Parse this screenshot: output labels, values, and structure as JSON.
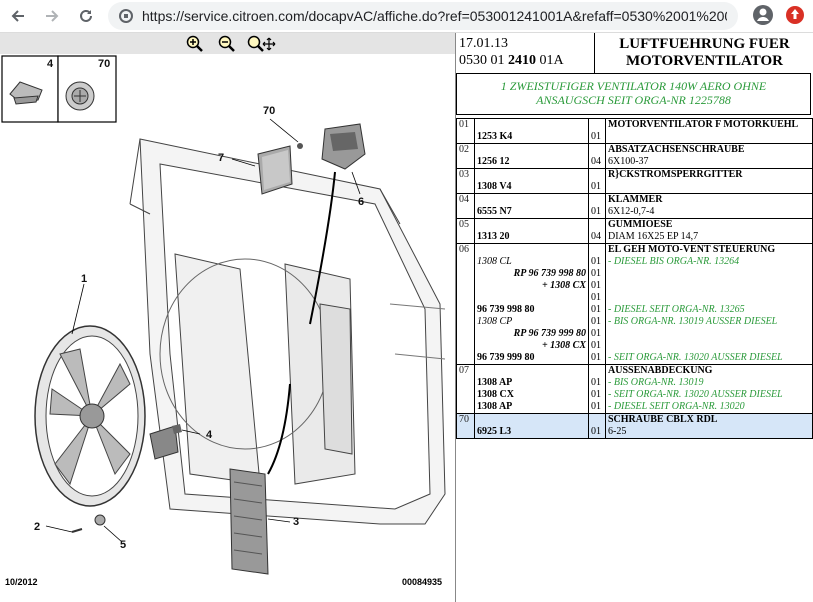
{
  "browser": {
    "url": "https://service.citroen.com/docapvAC/affiche.do?ref=053001241001A&refaff=0530%2001%2001%..."
  },
  "header": {
    "date": "17.01.13",
    "ref_prefix": "0530 01",
    "ref_bold": "2410",
    "ref_suffix": "01A",
    "title_line1": "LUFTFUEHRUNG FUER",
    "title_line2": "MOTORVENTILATOR",
    "note_line1": "1 ZWEISTUFIGER VENTILATOR 140W AERO OHNE",
    "note_line2": "ANSAUGSCH SEIT ORGA-NR 1225788"
  },
  "diagram": {
    "callouts": [
      "1",
      "2",
      "3",
      "4",
      "5",
      "6",
      "7",
      "70",
      "4",
      "70"
    ],
    "footer_left": "10/2012",
    "footer_right": "00084935"
  },
  "parts": [
    {
      "num": "01",
      "desc": "MOTORVENTILATOR F MOTORKUEHL",
      "rows": [
        {
          "ref": "1253 K4",
          "qty": "01",
          "extra": ""
        }
      ]
    },
    {
      "num": "02",
      "desc": "ABSATZACHSENSCHRAUBE",
      "rows": [
        {
          "ref": "1256 12",
          "qty": "04",
          "extra": "6X100-37"
        }
      ]
    },
    {
      "num": "03",
      "desc": "R}CKSTROMSPERRGITTER",
      "rows": [
        {
          "ref": "1308 V4",
          "qty": "01",
          "extra": ""
        }
      ]
    },
    {
      "num": "04",
      "desc": "KLAMMER",
      "rows": [
        {
          "ref": "6555 N7",
          "qty": "01",
          "extra": "6X12-0,7-4"
        }
      ]
    },
    {
      "num": "05",
      "desc": "GUMMIOESE",
      "rows": [
        {
          "ref": "1313 20",
          "qty": "04",
          "extra": "DIAM 16X25 EP 14,7"
        }
      ]
    },
    {
      "num": "06",
      "desc": "EL GEH MOTO-VENT STEUERUNG",
      "rows": [
        {
          "ref": "1308 CL",
          "qty": "01",
          "extra": "- DIESEL BIS ORGA-NR. 13264",
          "style": "it",
          "green": true
        },
        {
          "ref": "RP 96 739 998 80",
          "qty": "01",
          "extra": "",
          "style": "boldit",
          "indent": true
        },
        {
          "ref": "+ 1308 CX",
          "qty": "01",
          "extra": "",
          "style": "boldit",
          "indent": true
        },
        {
          "ref": "",
          "qty": "01",
          "extra": "",
          "style": "plain"
        },
        {
          "ref": "96 739 998 80",
          "qty": "01",
          "extra": "- DIESEL SEIT ORGA-NR. 13265",
          "style": "bold",
          "green": true
        },
        {
          "ref": "1308 CP",
          "qty": "01",
          "extra": "- BIS ORGA-NR. 13019 AUSSER DIESEL",
          "style": "it",
          "green": true
        },
        {
          "ref": "RP 96 739 999 80",
          "qty": "01",
          "extra": "",
          "style": "boldit",
          "indent": true
        },
        {
          "ref": "+ 1308 CX",
          "qty": "01",
          "extra": "",
          "style": "boldit",
          "indent": true
        },
        {
          "ref": "96 739 999 80",
          "qty": "01",
          "extra": "- SEIT ORGA-NR. 13020 AUSSER DIESEL",
          "style": "bold",
          "green": true
        }
      ]
    },
    {
      "num": "07",
      "desc": "AUSSENABDECKUNG",
      "rows": [
        {
          "ref": "1308 AP",
          "qty": "01",
          "extra": "- BIS ORGA-NR. 13019",
          "style": "bold",
          "green": true
        },
        {
          "ref": "1308 CX",
          "qty": "01",
          "extra": "- SEIT ORGA-NR. 13020 AUSSER DIESEL",
          "style": "bold",
          "green": true
        },
        {
          "ref": "1308 AP",
          "qty": "01",
          "extra": "- DIESEL SEIT ORGA-NR. 13020",
          "style": "bold",
          "green": true
        }
      ]
    },
    {
      "num": "70",
      "desc": "SCHRAUBE CBLX RDL",
      "rows": [
        {
          "ref": "6925 L3",
          "qty": "01",
          "extra": "6-25"
        }
      ],
      "selected": true
    }
  ]
}
